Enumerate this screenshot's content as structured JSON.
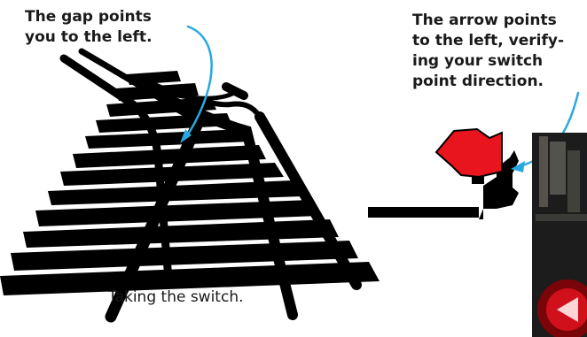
{
  "annotations": {
    "gap": "The gap points\nyou to the left.",
    "arrow": "The arrow points\nto the left, verify-\ning your switch\npoint direction."
  },
  "caption": "Taking the switch.",
  "colors": {
    "rail": "#000000",
    "target_flag": "#e8141e",
    "callout_arrow": "#29a8e0",
    "photo_signal": "#d0101a"
  },
  "icons": {
    "target_flag": "switch-target-flag-icon",
    "photo": "railway-switch-photo"
  }
}
